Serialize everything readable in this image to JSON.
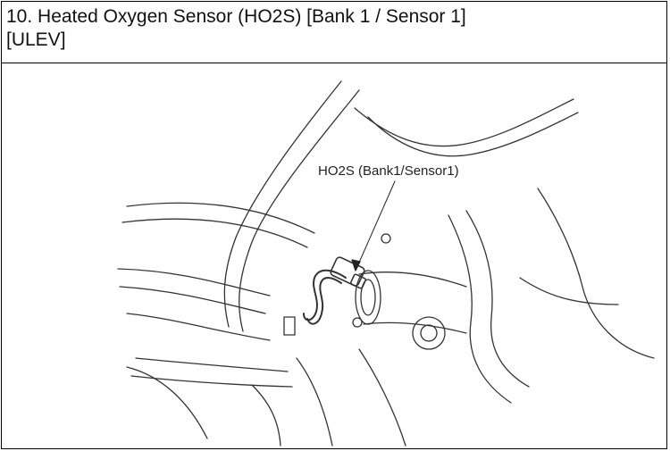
{
  "document": {
    "title_line1": "10. Heated Oxygen Sensor (HO2S) [Bank 1 / Sensor 1]",
    "title_line2": "[ULEV]"
  },
  "figure": {
    "callout_label": "HO2S (Bank1/Sensor1)"
  }
}
